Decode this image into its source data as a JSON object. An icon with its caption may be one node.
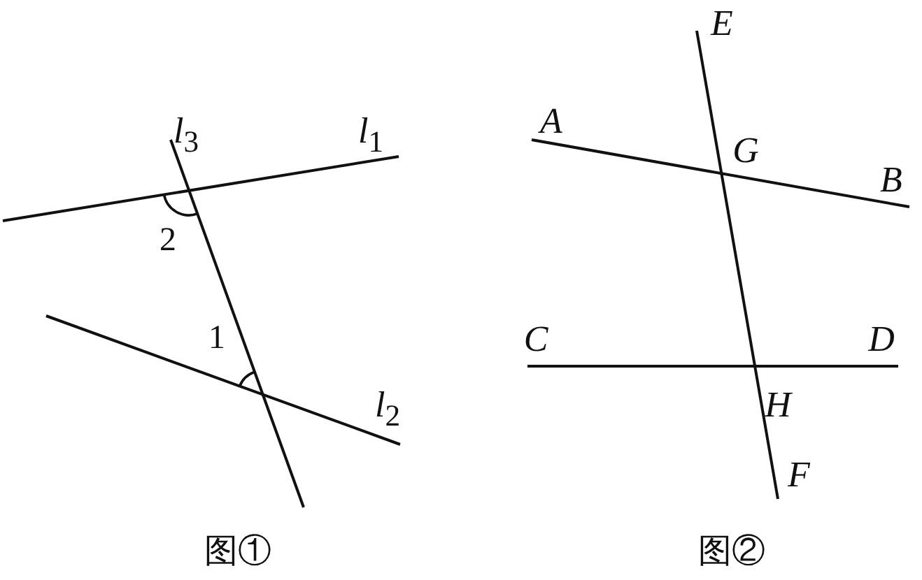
{
  "diagram": {
    "labels": [
      "*l*$_{3}$",
      "*l*$_{1}$",
      "2",
      "1",
      "*l*$_{2}$",
      "A",
      "E",
      "G",
      "B",
      "C",
      "D",
      "H",
      "F",
      "图①",
      "图②"
    ]
  }
}
